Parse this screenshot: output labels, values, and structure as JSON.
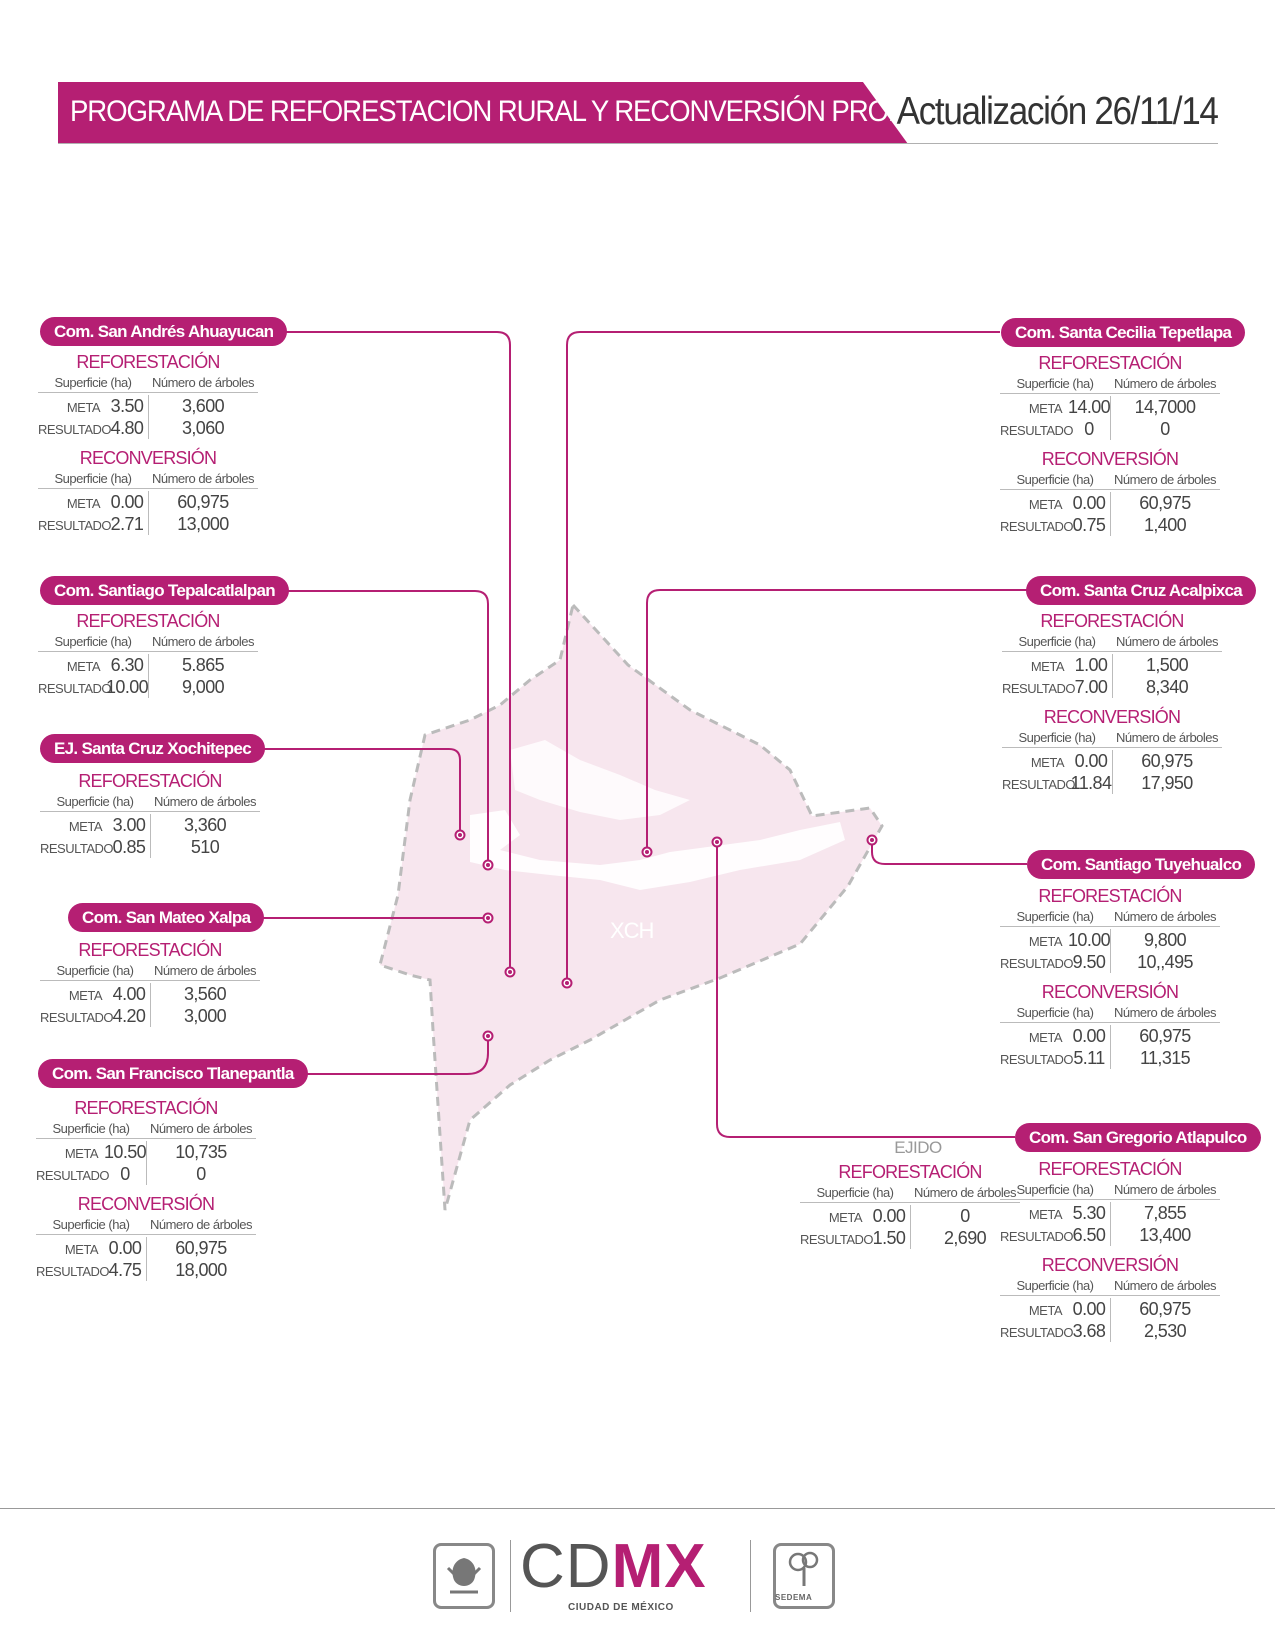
{
  "header": {
    "title": "PROGRAMA DE REFORESTACION RURAL Y RECONVERSIÓN PRODUCTIVA",
    "update": "Actualización 26/11/14"
  },
  "colors": {
    "accent": "#b51f73",
    "map_fill": "#f7e6ee",
    "outline": "#bbbbbb"
  },
  "labels": {
    "reforestacion": "REFORESTACIÓN",
    "reconversion": "RECONVERSIÓN",
    "superficie": "Superficie (ha)",
    "arboles": "Número de árboles",
    "meta": "META",
    "resultado": "RESULTADO"
  },
  "map": {
    "region_label": "XCH",
    "ejido_label": "EJIDO"
  },
  "communities": {
    "san_andres": {
      "name": "Com. San Andrés Ahuayucan",
      "reforestacion": {
        "meta_ha": "3.50",
        "meta_arboles": "3,600",
        "res_ha": "4.80",
        "res_arboles": "3,060"
      },
      "reconversion": {
        "meta_ha": "0.00",
        "meta_arboles": "60,975",
        "res_ha": "2.71",
        "res_arboles": "13,000"
      }
    },
    "tepalcatlalpan": {
      "name": "Com. Santiago Tepalcatlalpan",
      "reforestacion": {
        "meta_ha": "6.30",
        "meta_arboles": "5.865",
        "res_ha": "10.00",
        "res_arboles": "9,000"
      }
    },
    "xochitepec": {
      "name": "EJ. Santa Cruz Xochitepec",
      "reforestacion": {
        "meta_ha": "3.00",
        "meta_arboles": "3,360",
        "res_ha": "0.85",
        "res_arboles": "510"
      }
    },
    "san_mateo": {
      "name": "Com. San Mateo Xalpa",
      "reforestacion": {
        "meta_ha": "4.00",
        "meta_arboles": "3,560",
        "res_ha": "4.20",
        "res_arboles": "3,000"
      }
    },
    "tlanepantla": {
      "name": "Com. San Francisco Tlanepantla",
      "reforestacion": {
        "meta_ha": "10.50",
        "meta_arboles": "10,735",
        "res_ha": "0",
        "res_arboles": "0"
      },
      "reconversion": {
        "meta_ha": "0.00",
        "meta_arboles": "60,975",
        "res_ha": "4.75",
        "res_arboles": "18,000"
      }
    },
    "tepetlapa": {
      "name": "Com. Santa Cecilia Tepetlapa",
      "reforestacion": {
        "meta_ha": "14.00",
        "meta_arboles": "14,7000",
        "res_ha": "0",
        "res_arboles": "0"
      },
      "reconversion": {
        "meta_ha": "0.00",
        "meta_arboles": "60,975",
        "res_ha": "0.75",
        "res_arboles": "1,400"
      }
    },
    "acalpixca": {
      "name": "Com. Santa Cruz Acalpixca",
      "reforestacion": {
        "meta_ha": "1.00",
        "meta_arboles": "1,500",
        "res_ha": "7.00",
        "res_arboles": "8,340"
      },
      "reconversion": {
        "meta_ha": "0.00",
        "meta_arboles": "60,975",
        "res_ha": "11.84",
        "res_arboles": "17,950"
      }
    },
    "tuyehualco": {
      "name": "Com. Santiago Tuyehualco",
      "reforestacion": {
        "meta_ha": "10.00",
        "meta_arboles": "9,800",
        "res_ha": "9.50",
        "res_arboles": "10,,495"
      },
      "reconversion": {
        "meta_ha": "0.00",
        "meta_arboles": "60,975",
        "res_ha": "5.11",
        "res_arboles": "11,315"
      }
    },
    "atlapulco": {
      "name": "Com. San Gregorio Atlapulco",
      "reforestacion": {
        "meta_ha": "5.30",
        "meta_arboles": "7,855",
        "res_ha": "6.50",
        "res_arboles": "13,400"
      },
      "reconversion": {
        "meta_ha": "0.00",
        "meta_arboles": "60,975",
        "res_ha": "3.68",
        "res_arboles": "2,530"
      }
    },
    "atlapulco_ejido": {
      "reforestacion": {
        "meta_ha": "0.00",
        "meta_arboles": "0",
        "res_ha": "1.50",
        "res_arboles": "2,690"
      }
    }
  },
  "footer": {
    "brand_cd": "CD",
    "brand_mx": "MX",
    "brand_sub": "CIUDAD DE MÉXICO",
    "agency": "SEDEMA"
  }
}
